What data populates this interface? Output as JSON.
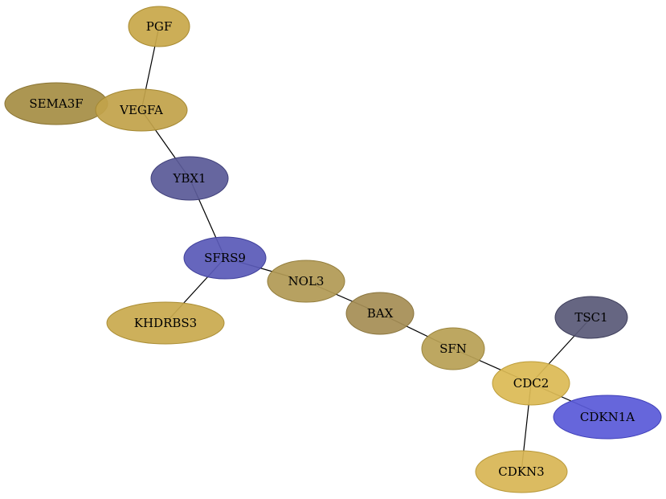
{
  "nodes": [
    {
      "id": "PGF",
      "label": "PGF",
      "fill": "#c8a84a",
      "stroke": "#a88a30"
    },
    {
      "id": "SEMA3F",
      "label": "SEMA3F",
      "fill": "#a68e45",
      "stroke": "#8a7433"
    },
    {
      "id": "VEGFA",
      "label": "VEGFA",
      "fill": "#c2a34a",
      "stroke": "#a48832"
    },
    {
      "id": "YBX1",
      "label": "YBX1",
      "fill": "#5a5a98",
      "stroke": "#40407a"
    },
    {
      "id": "SFRS9",
      "label": "SFRS9",
      "fill": "#5a5ab8",
      "stroke": "#3f3f9a"
    },
    {
      "id": "KHDRBS3",
      "label": "KHDRBS3",
      "fill": "#c9aa4f",
      "stroke": "#ab8e35"
    },
    {
      "id": "NOL3",
      "label": "NOL3",
      "fill": "#b29a55",
      "stroke": "#937d3c"
    },
    {
      "id": "BAX",
      "label": "BAX",
      "fill": "#a68e55",
      "stroke": "#88733c"
    },
    {
      "id": "SFN",
      "label": "SFN",
      "fill": "#b8a055",
      "stroke": "#9a843c"
    },
    {
      "id": "TSC1",
      "label": "TSC1",
      "fill": "#5a5a78",
      "stroke": "#3f3f5c"
    },
    {
      "id": "CDC2",
      "label": "CDC2",
      "fill": "#dcba55",
      "stroke": "#bd9d3a"
    },
    {
      "id": "CDKN1A",
      "label": "CDKN1A",
      "fill": "#5a5ad8",
      "stroke": "#3f3fb8"
    },
    {
      "id": "CDKN3",
      "label": "CDKN3",
      "fill": "#d8b655",
      "stroke": "#b9993a"
    }
  ],
  "edges": [
    {
      "source": "PGF",
      "target": "VEGFA"
    },
    {
      "source": "VEGFA",
      "target": "YBX1"
    },
    {
      "source": "YBX1",
      "target": "SFRS9"
    },
    {
      "source": "SFRS9",
      "target": "KHDRBS3"
    },
    {
      "source": "SFRS9",
      "target": "NOL3"
    },
    {
      "source": "NOL3",
      "target": "BAX"
    },
    {
      "source": "BAX",
      "target": "SFN"
    },
    {
      "source": "SFN",
      "target": "CDC2"
    },
    {
      "source": "CDC2",
      "target": "TSC1"
    },
    {
      "source": "CDC2",
      "target": "CDKN1A"
    },
    {
      "source": "CDC2",
      "target": "CDKN3"
    }
  ]
}
